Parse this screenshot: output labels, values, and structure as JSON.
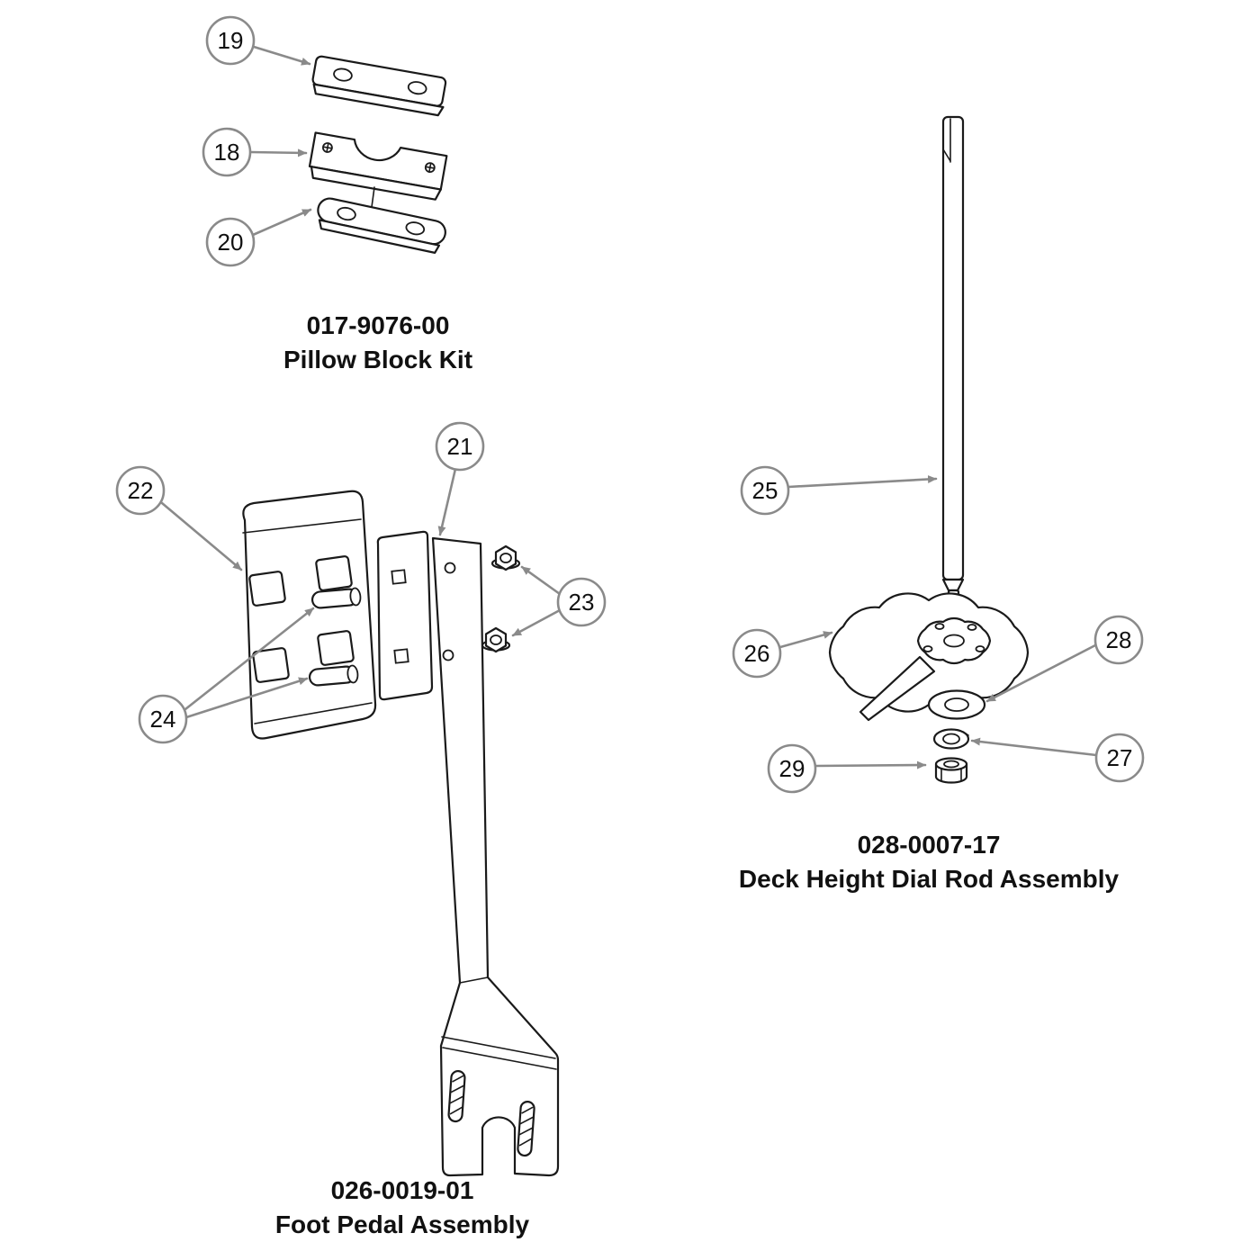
{
  "diagram_title": "Parts exploded-view diagram",
  "colors": {
    "line": "#1a1a1a",
    "leader": "#8a8a8a",
    "background": "#ffffff"
  },
  "assemblies": {
    "pillow_block": {
      "part_number": "017-9076-00",
      "name": "Pillow Block Kit",
      "callouts": {
        "c18": "18",
        "c19": "19",
        "c20": "20"
      }
    },
    "foot_pedal": {
      "part_number": "026-0019-01",
      "name": "Foot Pedal Assembly",
      "callouts": {
        "c21": "21",
        "c22": "22",
        "c23": "23",
        "c24": "24"
      }
    },
    "dial_rod": {
      "part_number": "028-0007-17",
      "name": "Deck Height Dial Rod Assembly",
      "callouts": {
        "c25": "25",
        "c26": "26",
        "c27": "27",
        "c28": "28",
        "c29": "29"
      }
    }
  }
}
